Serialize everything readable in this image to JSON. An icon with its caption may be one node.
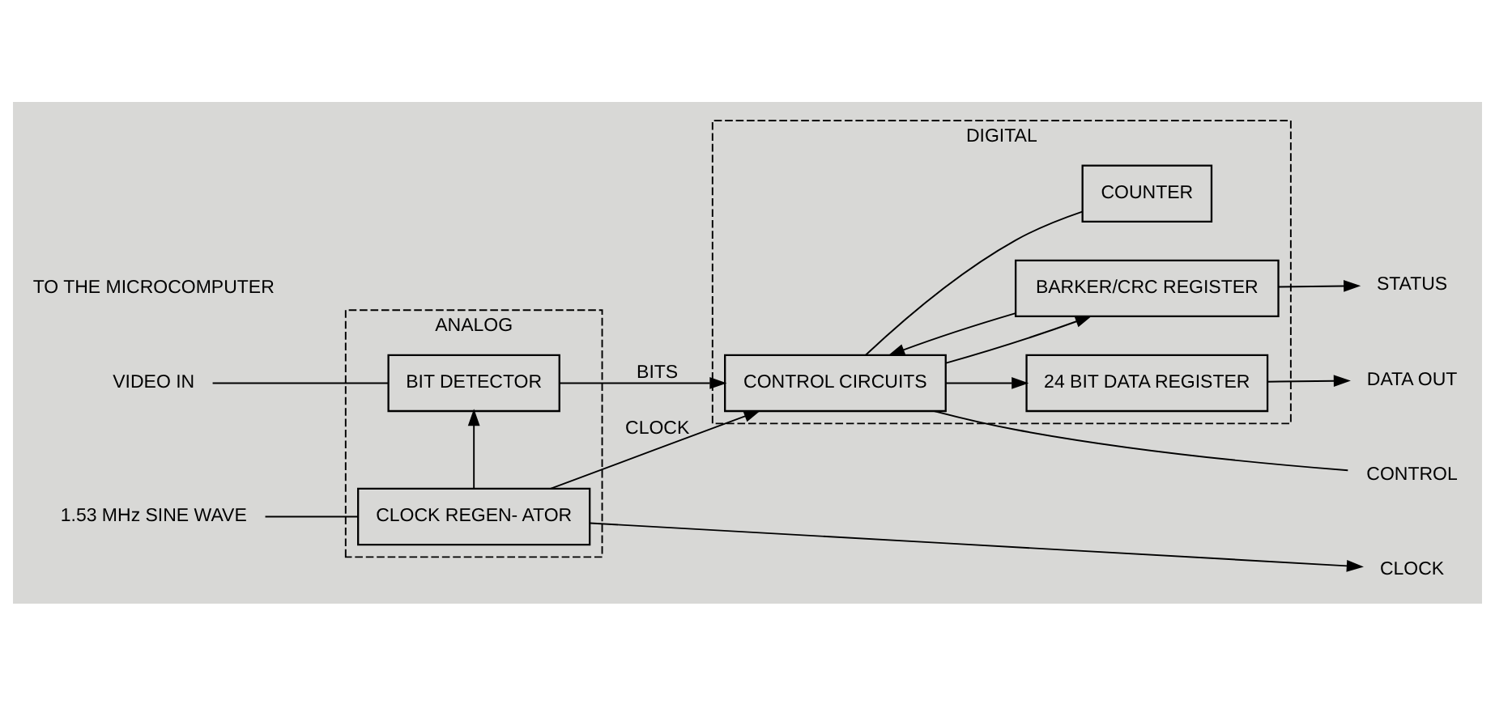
{
  "diagram": {
    "nodes": [
      {
        "text": [
          "ANALOG"
        ]
      },
      {
        "text": [
          "DIGITAL"
        ]
      },
      {
        "text": [
          "VIDEO IN"
        ]
      },
      {
        "text": [
          "1.53 MHz SINE WAVE"
        ]
      },
      {
        "text": [
          "BIT DETECTOR"
        ],
        "in": 0
      },
      {
        "text": [
          "CLOCK REGEN- ATOR"
        ],
        "in": 0
      },
      {
        "text": [
          "CONTROL CIRCUITS"
        ],
        "in": 1
      },
      {
        "text": [
          "BARKER/CRC REGISTER"
        ],
        "in": 1
      },
      {
        "text": [
          "24 BIT DATA REGISTER"
        ],
        "in": 1
      },
      {
        "text": [
          "COUNTER"
        ],
        "in": 1
      },
      {
        "text": [
          "STATUS"
        ]
      },
      {
        "text": [
          "DATA OUT"
        ]
      },
      {
        "text": [
          "CONTROL"
        ]
      },
      {
        "text": [
          "CLOCK"
        ]
      }
    ],
    "edges": [
      {
        "from": 2,
        "to": 4,
        "arrow": "none"
      },
      {
        "from": 3,
        "to": 5,
        "arrow": "none"
      },
      {
        "from": 4,
        "to": 6,
        "arrow": "to",
        "label": "BITS"
      },
      {
        "from": 5,
        "to": 6,
        "arrow": "to",
        "label": "CLOCK"
      },
      {
        "from": 5,
        "to": 4,
        "arrow": "to"
      },
      {
        "from": 5,
        "to": 13,
        "arrow": "to"
      },
      {
        "from": 7,
        "to": 6,
        "arrow": "to"
      },
      {
        "from": 6,
        "to": 7,
        "arrow": "to"
      },
      {
        "from": 6,
        "to": 8,
        "arrow": "to"
      },
      {
        "from": 6,
        "to": 9,
        "arrow": "none"
      },
      {
        "from": 6,
        "to": 12,
        "arrow": "none"
      },
      {
        "from": 7,
        "to": 10,
        "arrow": "to"
      },
      {
        "from": 8,
        "to": 11,
        "arrow": "to"
      }
    ],
    "labels": [
      "TO THE MICROCOMPUTER"
    ]
  }
}
